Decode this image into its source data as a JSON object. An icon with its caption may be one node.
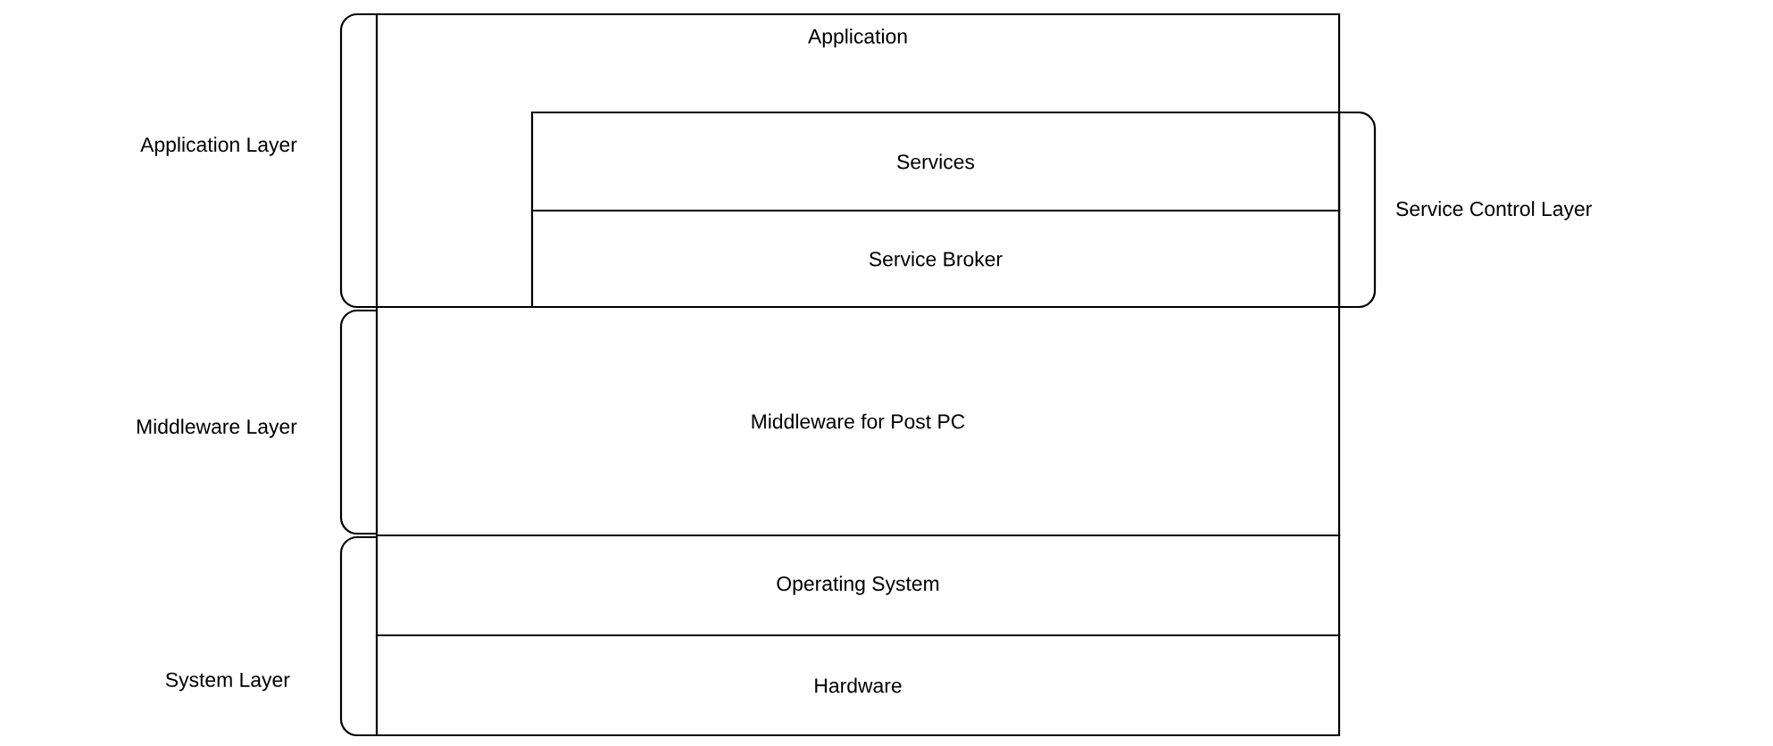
{
  "diagram": {
    "nodes": [
      {
        "text": [
          "Application"
        ]
      },
      {
        "text": [
          "Services"
        ],
        "in": 0
      },
      {
        "text": [
          "Service Broker"
        ],
        "in": 0
      },
      {
        "text": [
          "Middleware for Post PC"
        ]
      },
      {
        "text": [
          "Operating System"
        ]
      },
      {
        "text": [
          "Hardware"
        ]
      }
    ],
    "labels": [
      "Application Layer",
      "Service Control Layer",
      "Middleware Layer",
      "System Layer"
    ]
  }
}
